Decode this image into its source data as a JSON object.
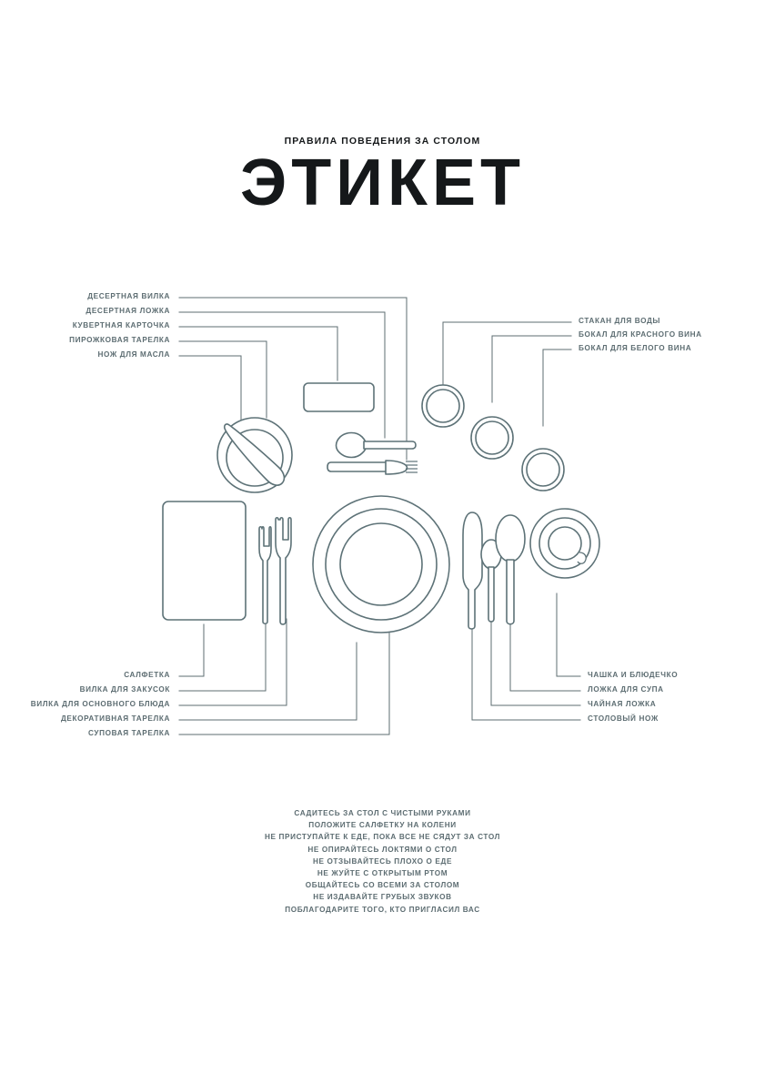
{
  "header": {
    "kicker": "ПРАВИЛА ПОВЕДЕНИЯ ЗА СТОЛОМ",
    "title": "ЭТИКЕТ"
  },
  "colors": {
    "background": "#ffffff",
    "title": "#15181a",
    "label": "#5d6d72",
    "line": "#5d6d72",
    "illustration_stroke": "#5d7277"
  },
  "callouts": {
    "top_left": [
      {
        "text": "ДЕСЕРТНАЯ ВИЛКА",
        "target": "dessert-fork"
      },
      {
        "text": "ДЕСЕРТНАЯ ЛОЖКА",
        "target": "dessert-spoon"
      },
      {
        "text": "КУВЕРТНАЯ КАРТОЧКА",
        "target": "place-card"
      },
      {
        "text": "ПИРОЖКОВАЯ ТАРЕЛКА",
        "target": "bread-plate"
      },
      {
        "text": "НОЖ ДЛЯ МАСЛА",
        "target": "butter-knife"
      }
    ],
    "top_right": [
      {
        "text": "СТАКАН ДЛЯ ВОДЫ",
        "target": "water-glass"
      },
      {
        "text": "БОКАЛ ДЛЯ КРАСНОГО ВИНА",
        "target": "red-wine-glass"
      },
      {
        "text": "БОКАЛ ДЛЯ БЕЛОГО ВИНА",
        "target": "white-wine-glass"
      }
    ],
    "bottom_left": [
      {
        "text": "САЛФЕТКА",
        "target": "napkin"
      },
      {
        "text": "ВИЛКА ДЛЯ ЗАКУСОК",
        "target": "salad-fork"
      },
      {
        "text": "ВИЛКА ДЛЯ ОСНОВНОГО БЛЮДА",
        "target": "dinner-fork"
      },
      {
        "text": "ДЕКОРАТИВНАЯ ТАРЕЛКА",
        "target": "charger-plate"
      },
      {
        "text": "СУПОВАЯ ТАРЕЛКА",
        "target": "soup-plate"
      }
    ],
    "bottom_right": [
      {
        "text": "ЧАШКА И БЛЮДЕЧКО",
        "target": "cup-and-saucer"
      },
      {
        "text": "ЛОЖКА ДЛЯ СУПА",
        "target": "soup-spoon"
      },
      {
        "text": "ЧАЙНАЯ ЛОЖКА",
        "target": "teaspoon"
      },
      {
        "text": "СТОЛОВЫЙ НОЖ",
        "target": "dinner-knife"
      }
    ]
  },
  "rules": [
    "САДИТЕСЬ ЗА СТОЛ С ЧИСТЫМИ РУКАМИ",
    "ПОЛОЖИТЕ САЛФЕТКУ НА КОЛЕНИ",
    "НЕ ПРИСТУПАЙТЕ К ЕДЕ, ПОКА ВСЕ НЕ СЯДУТ ЗА СТОЛ",
    "НЕ ОПИРАЙТЕСЬ ЛОКТЯМИ О СТОЛ",
    "НЕ ОТЗЫВАЙТЕСЬ ПЛОХО О ЕДЕ",
    "НЕ ЖУЙТЕ С ОТКРЫТЫМ РТОМ",
    "ОБЩАЙТЕСЬ СО ВСЕМИ ЗА СТОЛОМ",
    "НЕ ИЗДАВАЙТЕ ГРУБЫХ ЗВУКОВ",
    "ПОБЛАГОДАРИТЕ ТОГО, КТО ПРИГЛАСИЛ ВАС"
  ]
}
